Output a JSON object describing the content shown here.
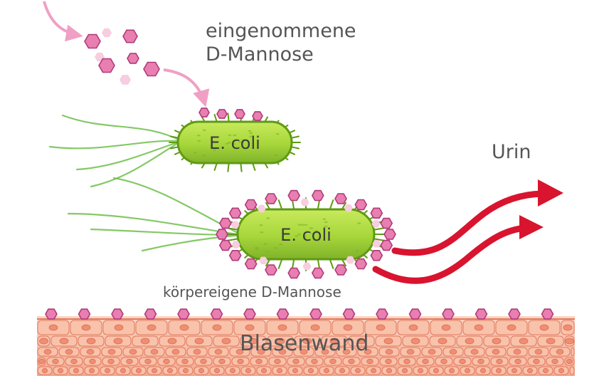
{
  "labels": {
    "ingested_line1": "eingenommene",
    "ingested_line2": "D-Mannose",
    "urine": "Urin",
    "ecoli_top": "E. coli",
    "ecoli_bottom": "E. coli",
    "endogenous": "körpereigene D-Mannose",
    "bladder_wall": "Blasenwand"
  },
  "colors": {
    "mannose_fill": "#e87fb0",
    "mannose_stroke": "#b03a7a",
    "mannose_light": "#f7cde0",
    "bacterium_body": "#a6d63a",
    "bacterium_edge": "#5f9a12",
    "flagella": "#6fbf4a",
    "arrow_pink": "#f0a0c4",
    "urine_arrow": "#d9142f",
    "wall_cells": "#f6b79e",
    "wall_cell_edge": "#e07a5f",
    "wall_nucleus": "#ef8e73"
  },
  "icons": {
    "mannose": "hexagon-icon",
    "urine_arrow": "arrow-right-icon"
  }
}
